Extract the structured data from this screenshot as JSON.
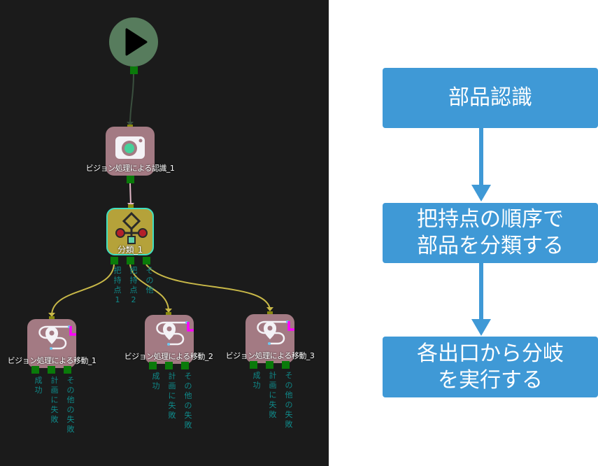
{
  "canvas": {
    "start_node": {
      "icon": "play-icon"
    },
    "vision_node": {
      "label": "ビジョン処理による認識_1",
      "icon": "camera-icon"
    },
    "classify_node": {
      "label": "分類_1",
      "icon": "branch-icon",
      "ports": [
        "把持点1",
        "把持点2",
        "その他"
      ]
    },
    "move_nodes": [
      {
        "label": "ビジョン処理による移動_1",
        "icon": "path-pin-icon",
        "ports": [
          "成功",
          "計画に失敗",
          "その他の失敗"
        ]
      },
      {
        "label": "ビジョン処理による移動_2",
        "icon": "path-pin-icon",
        "ports": [
          "成功",
          "計画に失敗",
          "その他の失敗"
        ]
      },
      {
        "label": "ビジョン処理による移動_3",
        "icon": "path-pin-icon",
        "ports": [
          "成功",
          "計画に失敗",
          "その他の失敗"
        ]
      }
    ],
    "colors": {
      "background": "#1b1b1b",
      "port": "#0a7a0a",
      "wire": "#c8b848",
      "port_label": "#0f8a8a"
    }
  },
  "flowchart": {
    "steps": [
      {
        "text": "部品認識"
      },
      {
        "text_lines": [
          "把持点の順序で",
          "部品を分類する"
        ]
      },
      {
        "text_lines": [
          "各出口から分岐",
          "を実行する"
        ]
      }
    ],
    "color": "#3f99d6"
  }
}
